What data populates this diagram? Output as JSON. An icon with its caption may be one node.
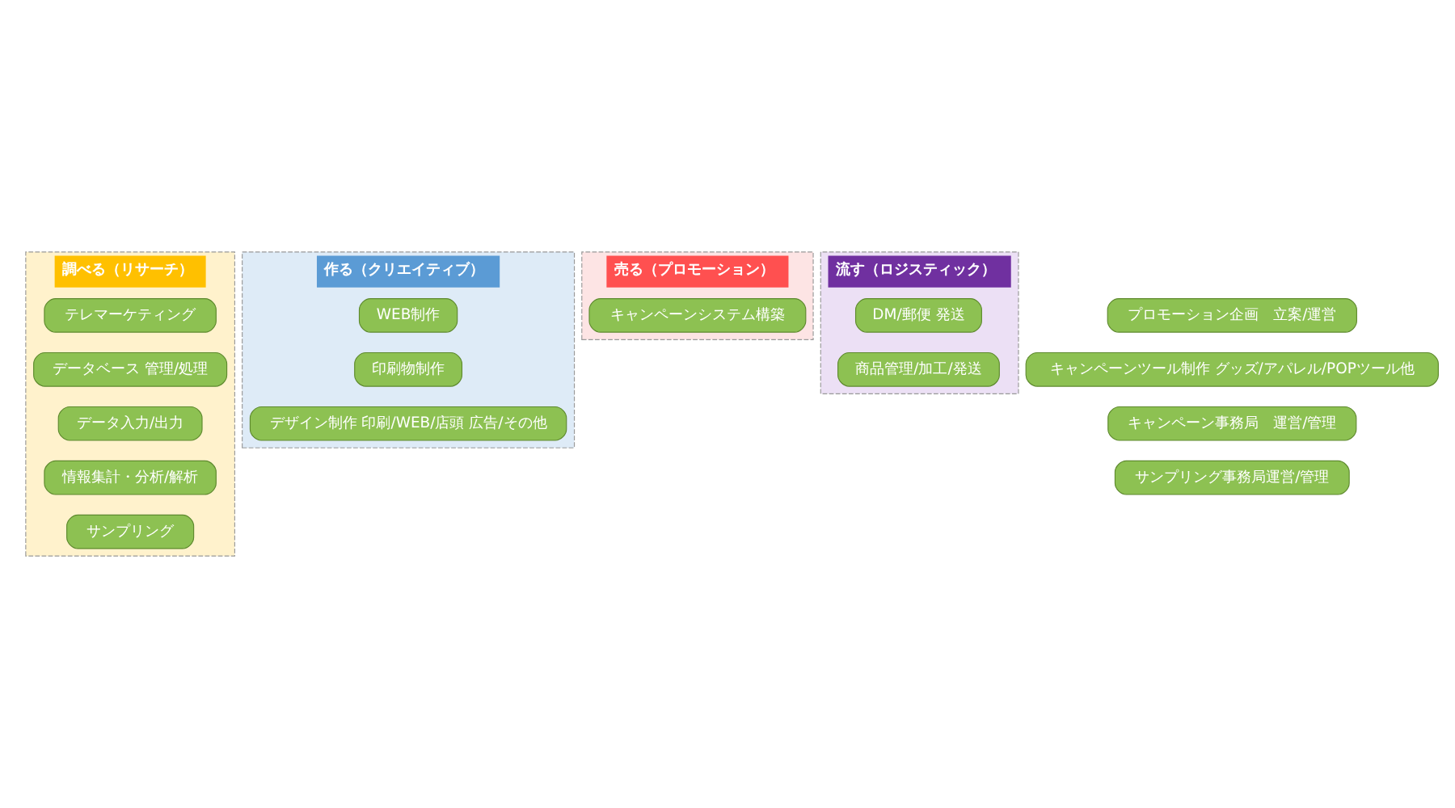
{
  "diagram": {
    "nodes": [
      {
        "text": [
          "調べる（リサーチ）"
        ]
      },
      {
        "text": [
          "作る（クリエイティブ）"
        ]
      },
      {
        "text": [
          "売る（プロモーション）"
        ]
      },
      {
        "text": [
          "流す（ロジスティック）"
        ]
      },
      {
        "text": [
          "テレマーケティング"
        ],
        "in": 0
      },
      {
        "text": [
          "データベース 管理/処理"
        ],
        "in": 0
      },
      {
        "text": [
          "データ入力/出力"
        ],
        "in": 0
      },
      {
        "text": [
          "情報集計・分析/解析"
        ],
        "in": 0
      },
      {
        "text": [
          "サンプリング"
        ],
        "in": 0
      },
      {
        "text": [
          "プロモーション企画　立案/運営"
        ]
      },
      {
        "text": [
          "WEB制作"
        ],
        "in": 1
      },
      {
        "text": [
          "印刷物制作"
        ],
        "in": 1
      },
      {
        "text": [
          "デザイン制作 印刷/WEB/店頭 広告/その他"
        ],
        "in": 1
      },
      {
        "text": [
          "キャンペーンツール制作 グッズ/アパレル/POPツール他"
        ]
      },
      {
        "text": [
          "キャンペーンシステム構築"
        ],
        "in": 2
      },
      {
        "text": [
          "キャンペーン事務局　運営/管理"
        ]
      },
      {
        "text": [
          "DM/郵便 発送"
        ],
        "in": 3
      },
      {
        "text": [
          "商品管理/加工/発送"
        ],
        "in": 3
      },
      {
        "text": [
          "サンプリング事務局運営/管理"
        ]
      }
    ],
    "edges": []
  }
}
